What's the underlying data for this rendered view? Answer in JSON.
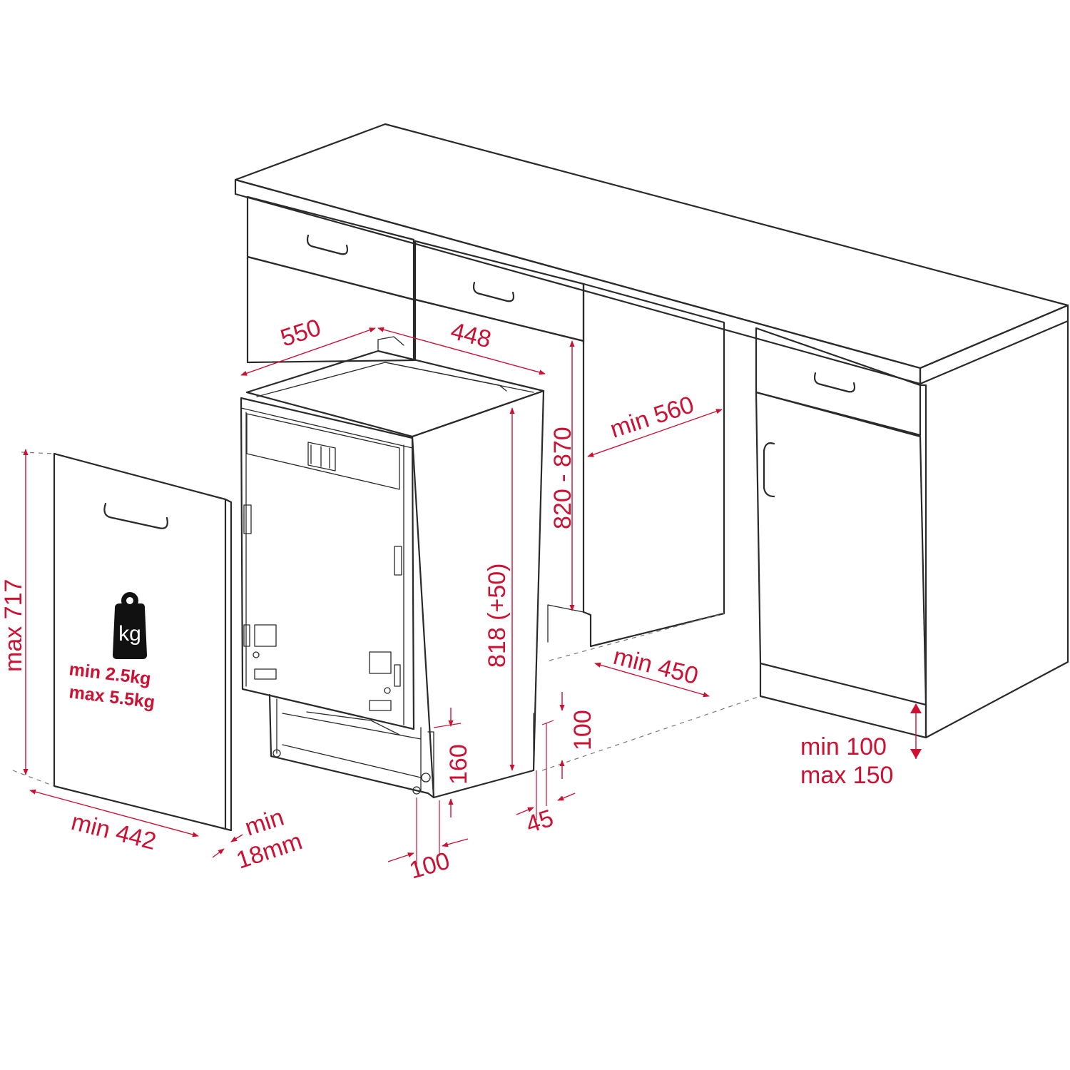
{
  "colors": {
    "line": "#2a2a2a",
    "dimension": "#cc1133",
    "weight_icon": "#111111",
    "background": "#ffffff"
  },
  "icons": {
    "weight": "kg-weight-icon"
  },
  "dimensions": {
    "appliance_depth": "550",
    "appliance_width": "448",
    "niche_height": "820 - 870",
    "niche_width": "min 560",
    "appliance_height": "818 (+50)",
    "niche_depth": "min 450",
    "plinth_height": "100",
    "foot_height": "160",
    "plinth_setback_side": "45",
    "plinth_setback_front": "100",
    "panel_height": "max 717",
    "panel_width": "min 442",
    "panel_thickness_line1": "min",
    "panel_thickness_line2": "18mm",
    "cabinet_plinth_line1": "min 100",
    "cabinet_plinth_line2": "max 150"
  },
  "weight": {
    "unit": "kg",
    "min_line": "min  2.5kg",
    "max_line": "max 5.5kg"
  }
}
